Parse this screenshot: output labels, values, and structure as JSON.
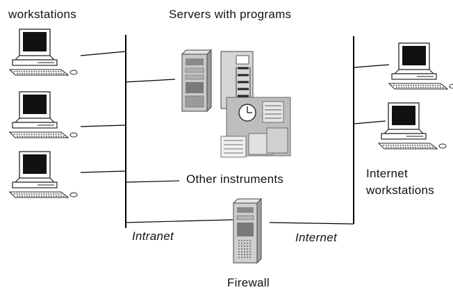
{
  "labels": {
    "left_group": "workstations",
    "top_group": "Servers with programs",
    "center_group": "Other instruments",
    "right_group_line1": "Internet",
    "right_group_line2": "workstations",
    "intranet": "Intranet",
    "internet": "Internet",
    "firewall": "Firewall"
  },
  "icons": {
    "workstation": "desktop-computer-icon",
    "server": "server-rack-icon",
    "instruments": "instrument-panel-icon",
    "firewall": "firewall-tower-icon"
  }
}
